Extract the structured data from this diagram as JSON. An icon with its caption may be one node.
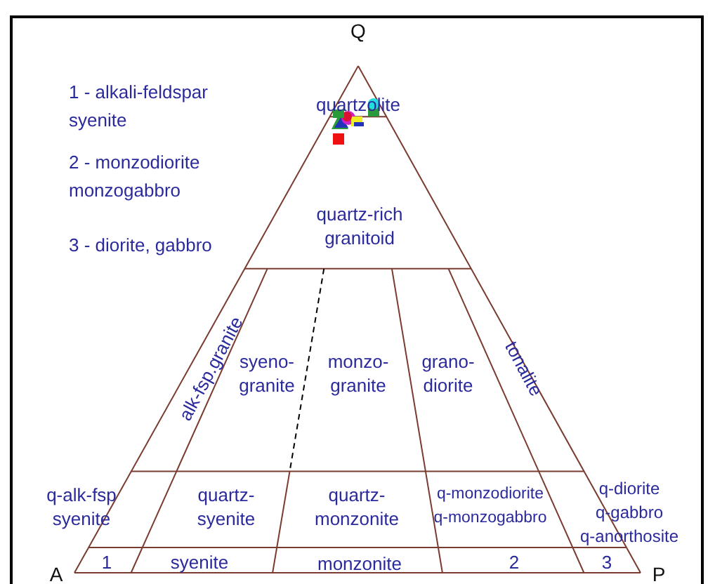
{
  "diagram": {
    "labels": [
      "Q",
      "1 - alkali-feldspar syenite",
      "2 - monzodiorite monzogabbro",
      "3 - diorite, gabbro",
      "quartzolite",
      "quartz-rich granitoid",
      "alk-fsp.granite",
      "syeno-granite",
      "monzo-granite",
      "grano-diorite",
      "tonalite",
      "q-alk-fsp syenite",
      "quartz-syenite",
      "quartz-monzonite",
      "q-monzodiorite q-monzogabbro",
      "q-diorite q-gabbro q-anorthosite",
      "A",
      "1",
      "syenite",
      "monzonite",
      "2",
      "3",
      "P"
    ]
  }
}
